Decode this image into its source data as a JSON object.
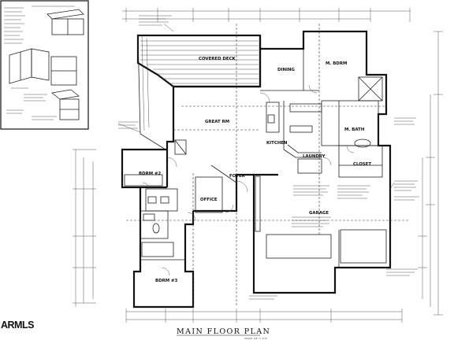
{
  "plan": {
    "title": "MAIN FLOOR PLAN",
    "scale_note": "SCALE: 1/4\" = 1'-0\"",
    "watermark": "ARMLS"
  },
  "rooms": {
    "covered_deck": "COVERED DECK",
    "dining": "DINING",
    "m_bdrm": "M. BDRM",
    "great_rm": "GREAT RM",
    "kitchen": "KITCHEN",
    "m_bath": "M. BATH",
    "laundry": "LAUNDRY",
    "closet": "CLOSET",
    "bdrm_2": "BDRM #2",
    "foyer": "FOYER",
    "office": "OFFICE",
    "garage": "GARAGE",
    "bdrm_3": "BDRM #3"
  },
  "icons": {
    "detail_inset": "stair-detail-drawing",
    "north": "none"
  }
}
